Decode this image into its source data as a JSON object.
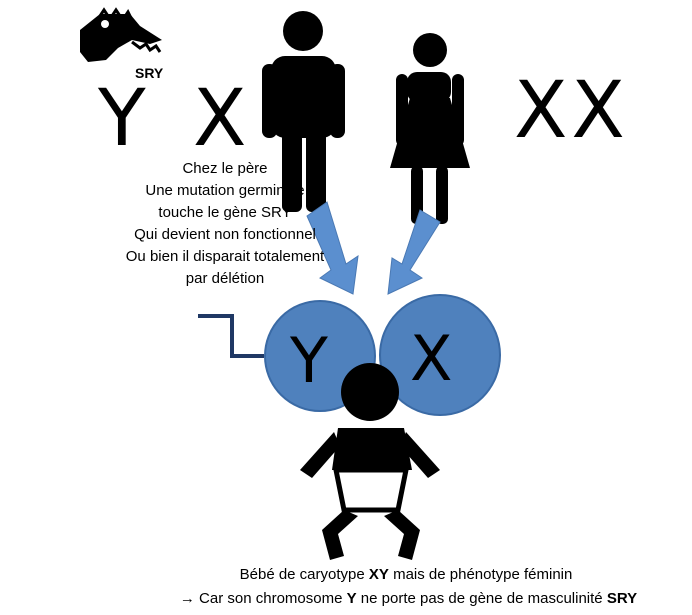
{
  "letters": {
    "father_y": "Y",
    "father_x": "X",
    "mother": "XX",
    "baby_y": "Y",
    "baby_x": "X"
  },
  "sry_label": "SRY",
  "note_lines": [
    "Chez le père",
    "Une mutation germinale",
    "touche  le gène SRY",
    "Qui devient non fonctionnel",
    "Ou bien il disparait totalement",
    "par délétion"
  ],
  "caption": {
    "line1_a": "Bébé de caryotype ",
    "line1_b": "XY",
    "line1_c": " mais de phénotype féminin",
    "arrow": "→",
    "line2_a": " Car son chromosome ",
    "line2_b": "Y",
    "line2_c": " ne porte pas de gène de masculinité ",
    "line2_d": "SRY"
  },
  "colors": {
    "circle_fill": "#4f81bd",
    "circle_stroke": "#3a6aa5",
    "arrow_fill": "#5b8fcf",
    "bracket": "#1f3864"
  },
  "icons": [
    "crocodile-icon",
    "man-icon",
    "woman-icon",
    "baby-icon"
  ]
}
